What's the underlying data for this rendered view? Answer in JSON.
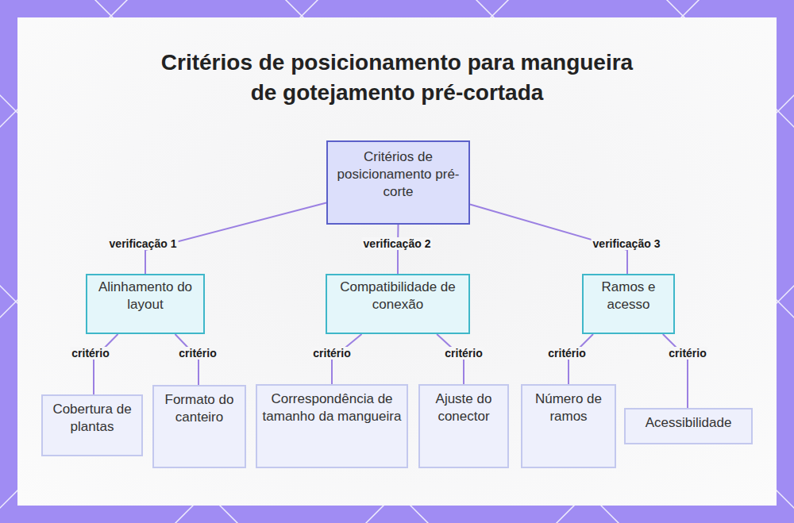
{
  "diagram": {
    "title": "Critérios de posicionamento para mangueira de gotejamento pré-cortada",
    "nodes": [
      {
        "text": [
          "Critérios de posicionamento pré-corte"
        ]
      },
      {
        "text": [
          "Alinhamento do layout"
        ]
      },
      {
        "text": [
          "Compatibilidade de conexão"
        ]
      },
      {
        "text": [
          "Ramos e acesso"
        ]
      },
      {
        "text": [
          "Cobertura de plantas"
        ]
      },
      {
        "text": [
          "Formato do canteiro"
        ]
      },
      {
        "text": [
          "Correspondência de tamanho da mangueira"
        ]
      },
      {
        "text": [
          "Ajuste do conector"
        ]
      },
      {
        "text": [
          "Número de ramos"
        ]
      },
      {
        "text": [
          "Acessibilidade"
        ]
      }
    ],
    "edges": [
      {
        "from": 0,
        "to": 1,
        "label": "verificação 1",
        "arrow": "none"
      },
      {
        "from": 0,
        "to": 2,
        "label": "verificação 2",
        "arrow": "none"
      },
      {
        "from": 0,
        "to": 3,
        "label": "verificação 3",
        "arrow": "none"
      },
      {
        "from": 1,
        "to": 4,
        "label": "critério",
        "arrow": "none"
      },
      {
        "from": 1,
        "to": 5,
        "label": "critério",
        "arrow": "none"
      },
      {
        "from": 2,
        "to": 6,
        "label": "critério",
        "arrow": "none"
      },
      {
        "from": 2,
        "to": 7,
        "label": "critério",
        "arrow": "none"
      },
      {
        "from": 3,
        "to": 8,
        "label": "critério",
        "arrow": "none"
      },
      {
        "from": 3,
        "to": 9,
        "label": "critério",
        "arrow": "none"
      }
    ]
  }
}
